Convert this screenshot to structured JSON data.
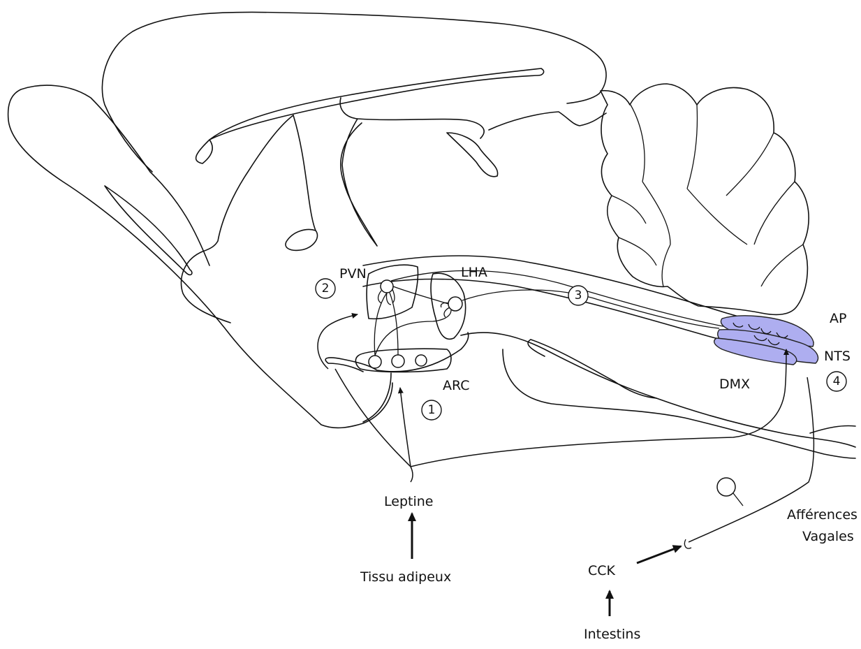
{
  "colors": {
    "brainstem_nuclei_fill": "#aeaef0",
    "line": "#111111"
  },
  "regions": {
    "pvn": "PVN",
    "lha": "LHA",
    "arc": "ARC",
    "ap": "AP",
    "nts": "NTS",
    "dmx": "DMX"
  },
  "inputs": {
    "leptine": "Leptine",
    "tissu_adipeux": "Tissu adipeux",
    "cck": "CCK",
    "intestins": "Intestins",
    "afferences_line1": "Afférences",
    "afferences_line2": "Vagales"
  },
  "markers": {
    "m1": "1",
    "m2": "2",
    "m3": "3",
    "m4": "4"
  }
}
